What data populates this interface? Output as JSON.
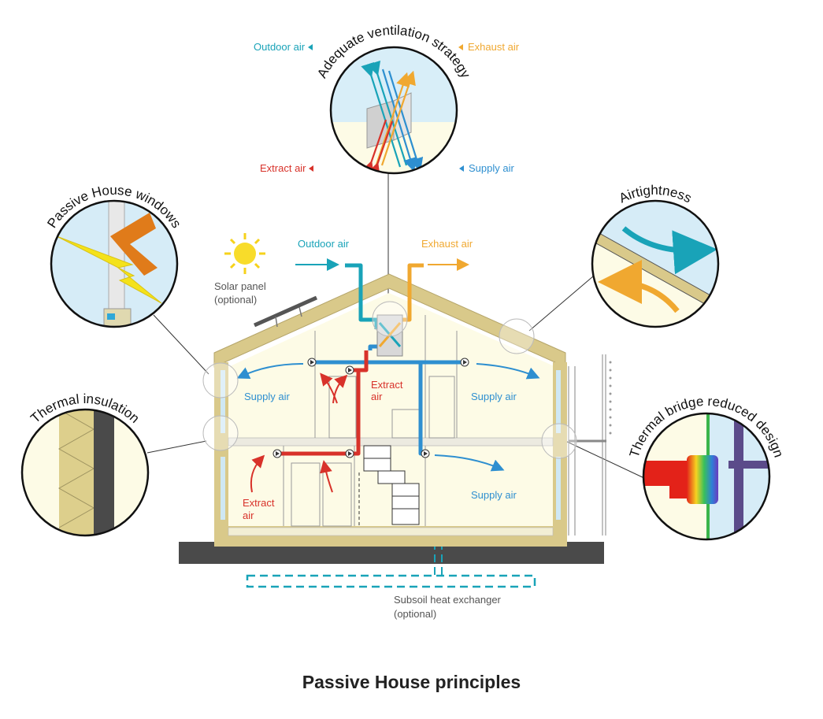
{
  "caption": "Passive House principles",
  "principles": {
    "ventilation": "Adequate ventilation strategy",
    "windows": "Passive House windows",
    "airtightness": "Airtightness",
    "insulation": "Thermal insulation",
    "thermal_bridge": "Thermal bridge reduced design"
  },
  "ventilation_legend": {
    "outdoor": "Outdoor air",
    "exhaust": "Exhaust air",
    "extract": "Extract air",
    "supply": "Supply air"
  },
  "house_labels": {
    "outdoor": "Outdoor air",
    "exhaust": "Exhaust air",
    "solar_line1": "Solar panel",
    "solar_line2": "(optional)",
    "supply_upper_left": "Supply air",
    "supply_upper_right": "Supply air",
    "supply_lower_right": "Supply air",
    "extract_upper_line1": "Extract",
    "extract_upper_line2": "air",
    "extract_lower_line1": "Extract",
    "extract_lower_line2": "air",
    "subsoil_line1": "Subsoil heat exchanger",
    "subsoil_line2": "(optional)"
  },
  "colors": {
    "outdoor_air": "#19a3b8",
    "exhaust_air": "#f0a830",
    "extract_air": "#d8322a",
    "supply_air": "#2e8fd0",
    "insulation": "#d9c98a",
    "interior": "#fdfbe6",
    "ground": "#4a4a4a"
  }
}
